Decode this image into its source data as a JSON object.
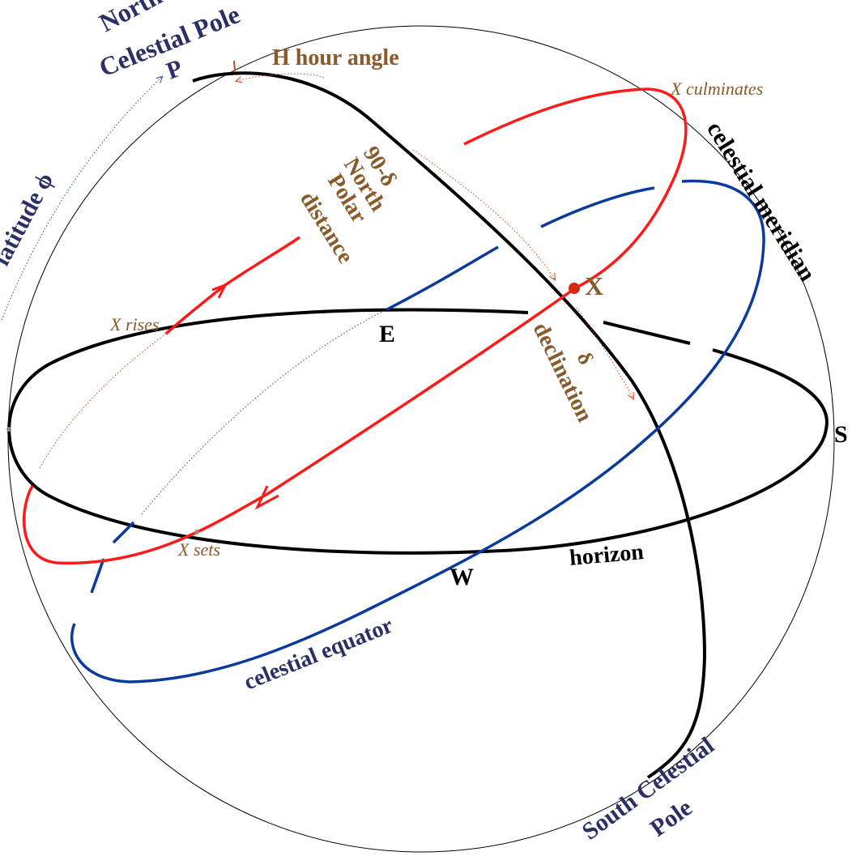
{
  "title": "",
  "colors": {
    "black": "#000000",
    "red": "#ff1a1a",
    "blue": "#0a3a9c",
    "navy": "#2b2f66",
    "brown": "#8a5a2a"
  },
  "labels": {
    "north_pole_line1": "North",
    "north_pole_line2": "Celestial Pole",
    "p": "P",
    "hour_angle": "H hour angle",
    "x_culminates": "X culminates",
    "celestial_meridian": "celestial meridian",
    "latitude": "latitude ϕ",
    "npd_1": "90-δ",
    "npd_2": "North",
    "npd_3": "Polar",
    "npd_4": "distance",
    "x": "X",
    "x_rises": "X rises",
    "e": "E",
    "delta": "δ",
    "declination": "declination",
    "s": "S",
    "x_sets": "X sets",
    "horizon": "horizon",
    "w": "W",
    "celestial_equator": "celestial equator",
    "south_pole_line1": "South Celestial",
    "south_pole_line2": "Pole"
  }
}
